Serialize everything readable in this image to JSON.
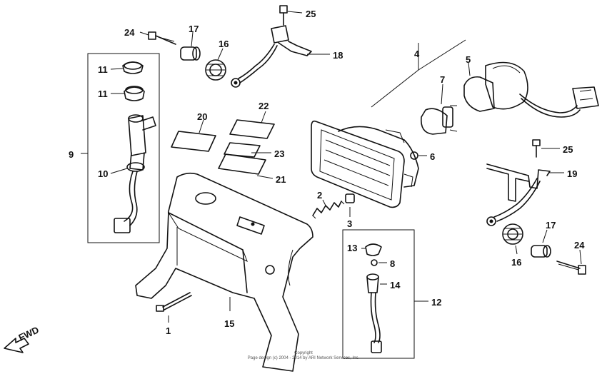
{
  "callouts": {
    "c1": "1",
    "c2": "2",
    "c3": "3",
    "c4": "4",
    "c5": "5",
    "c6": "6",
    "c7": "7",
    "c8": "8",
    "c9": "9",
    "c10": "10",
    "c11a": "11",
    "c11b": "11",
    "c12": "12",
    "c13": "13",
    "c14": "14",
    "c15": "15",
    "c16a": "16",
    "c16b": "16",
    "c17a": "17",
    "c17b": "17",
    "c18": "18",
    "c19": "19",
    "c20": "20",
    "c21": "21",
    "c22": "22",
    "c23": "23",
    "c24a": "24",
    "c24b": "24",
    "c25a": "25",
    "c25b": "25"
  },
  "fwd_label": "FWD",
  "copyright": {
    "line1": "Copyright",
    "line2": "Page design (c) 2004 - 2014 by ARI Network Services, Inc."
  }
}
